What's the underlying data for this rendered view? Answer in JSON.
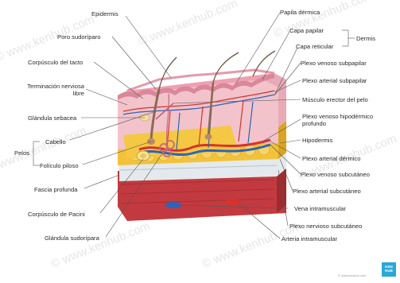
{
  "watermark": "© www.kenhub.com",
  "credit": "© www.kenhub.com",
  "logo": {
    "line1": "KEN",
    "line2": "HUB"
  },
  "labels_left": {
    "epidermis": "Epidermis",
    "poro": "Poro sudoríparo",
    "corpusculo_tacto": "Corpúsculo del tacto",
    "terminacion_1": "Terminación nerviosa",
    "terminacion_2": "libre",
    "glandula_sebacea": "Glándula sebacea",
    "cabello": "Cabello",
    "pelos": "Pelos",
    "foliculo": "Folículo piloso",
    "fascia": "Fascia profunda",
    "pacini": "Corpúsculo de Pacini",
    "sudoripara": "Glándula sudorípara"
  },
  "labels_right": {
    "papila": "Papila dérmica",
    "capa_papilar": "Capa papilar",
    "dermis": "Dermis",
    "capa_reticular": "Capa reticular",
    "plexo_venoso_subpapilar": "Plexo venoso subpapilar",
    "plexo_arterial_subpapilar": "Plexo arterial subpapilar",
    "musculo": "Músculo erector del pelo",
    "plexo_venoso_hipo_1": "Plexo venoso hipodérmico",
    "plexo_venoso_hipo_2": "profundo",
    "hipodermis": "Hipodermis",
    "plexo_arterial_dermico": "Plexo arterial dérmico",
    "plexo_venoso_subcutaneo": "Plexo venoso subcutáneo",
    "plexo_arterial_subcutaneo": "Plexo arterial subcutáneo",
    "vena_intramuscular": "Vena intramuscular",
    "plexo_nervioso": "Plexo nervioso subcutáneo",
    "arteria_intramuscular": "Arteria intramuscular"
  },
  "colors": {
    "epidermis": "#e9a6b4",
    "dermis": "#f2c3cb",
    "hypodermis": "#f2c23a",
    "fascia": "#e0e6ea",
    "muscle": "#c23a3f",
    "artery": "#d8322c",
    "vein": "#2d64b8",
    "hair": "#8a6a55",
    "line": "#555555"
  }
}
